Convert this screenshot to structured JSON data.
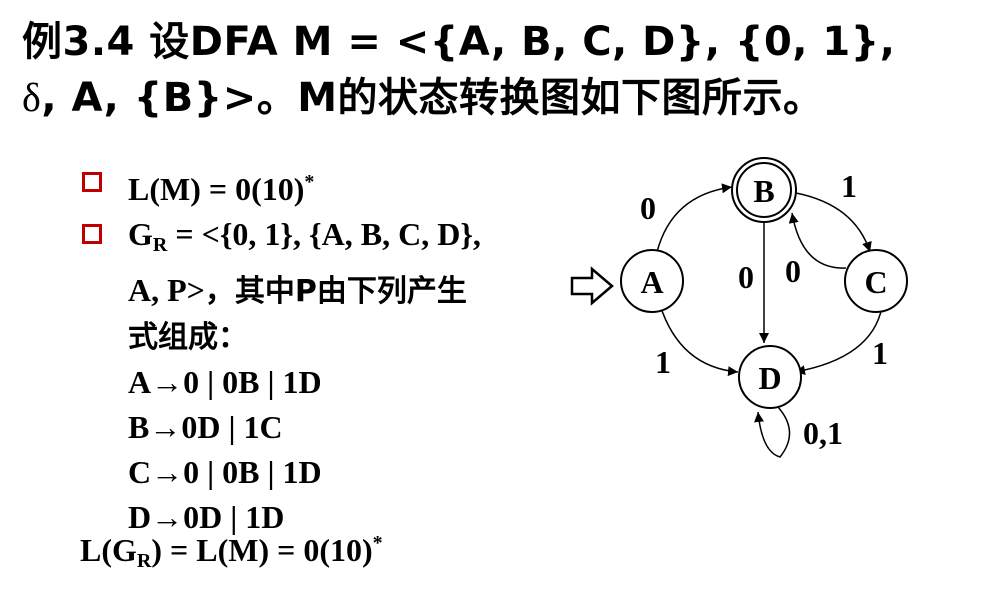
{
  "title": {
    "line1": "例3.4  设DFA M = <{A, B, C, D}, {0, 1},",
    "line2_delta": "δ",
    "line2_rest": ", A, {B}>。M的状态转换图如下图所示。"
  },
  "bullet1": {
    "lhs": "L(M) = 0(10)",
    "star": "*"
  },
  "bullet2": {
    "g": "G",
    "g_sub": "R",
    "tuple_part1": " = <{0, 1}, {A, B, C, D},",
    "tuple_part2": "A, P>",
    "tail": "，其中P由下列产生",
    "tail2": "式组成："
  },
  "productions": [
    "A→0 | 0B | 1D",
    "B→0D | 1C",
    "C→0 | 0B | 1D",
    "D→0D | 1D"
  ],
  "final": {
    "part1": "L(G",
    "sub": "R",
    "part2": ") = L(M) = 0(10)",
    "star": "*"
  },
  "dfa": {
    "states": [
      "A",
      "B",
      "C",
      "D"
    ],
    "start": "A",
    "accepting": [
      "B"
    ],
    "edge_labels": {
      "A_B": "0",
      "B_C": "1",
      "B_D": "0",
      "C_B": "0",
      "A_D": "1",
      "C_D": "1",
      "D_D": "0,1"
    }
  }
}
